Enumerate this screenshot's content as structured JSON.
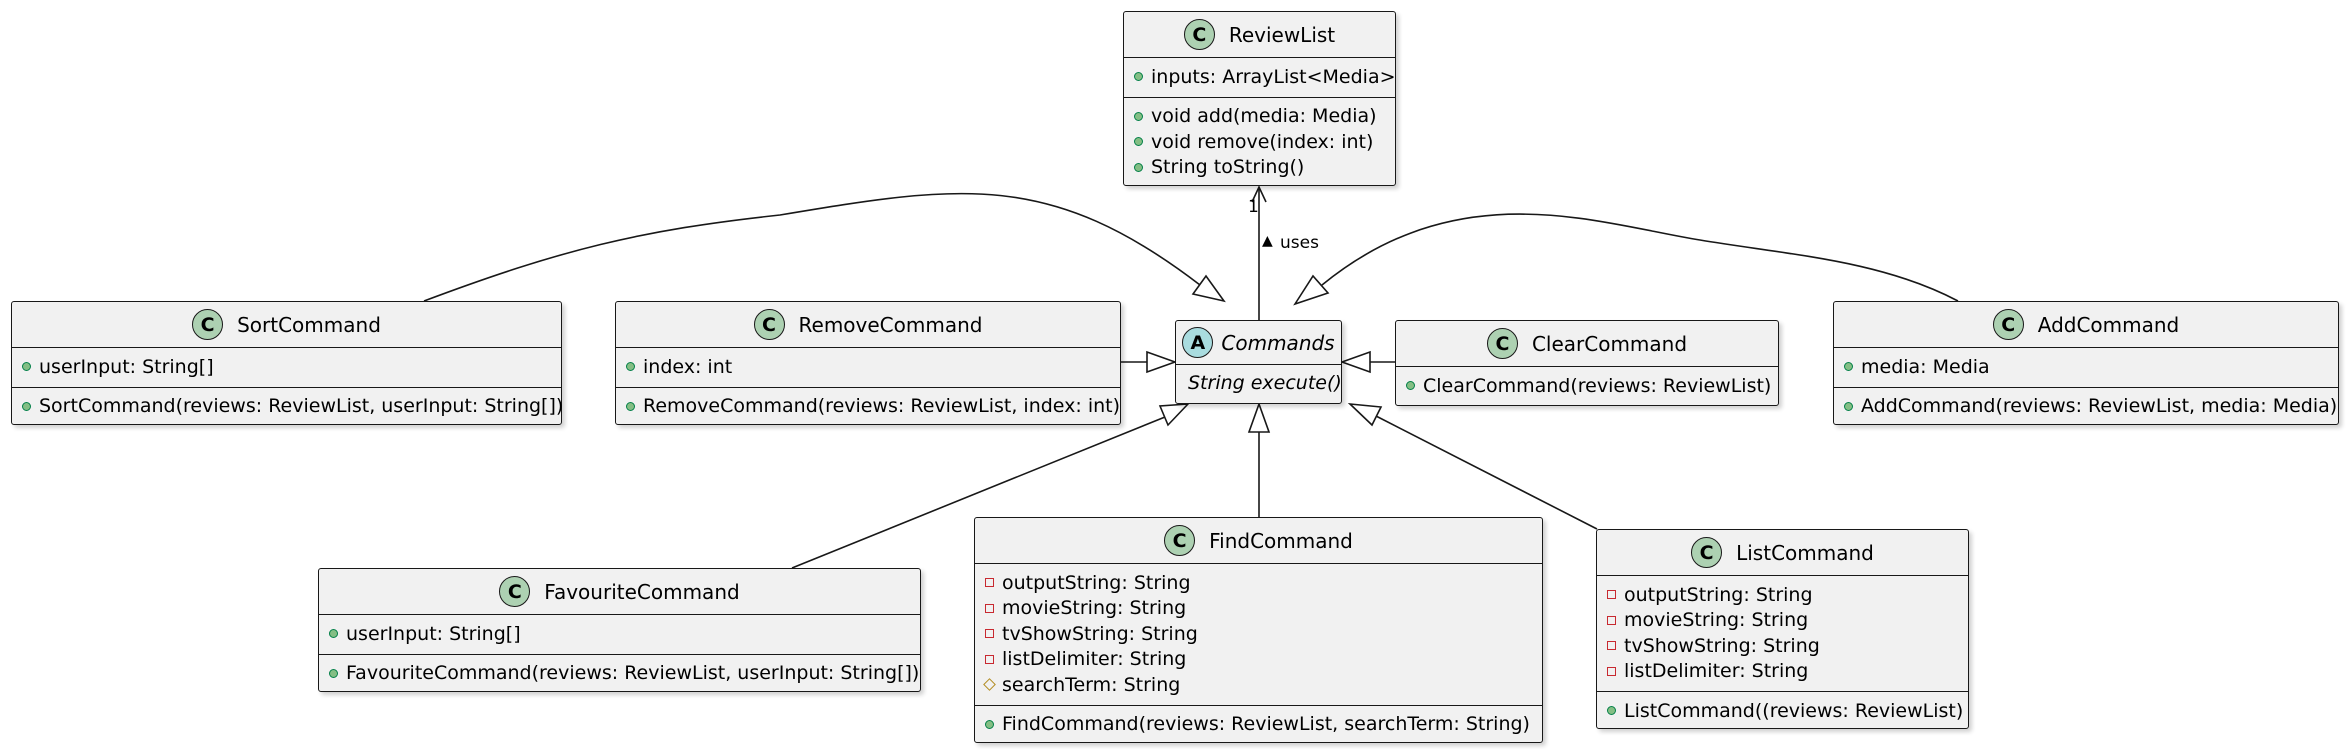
{
  "classes": {
    "review_list": {
      "name": "ReviewList",
      "attributes": [
        {
          "vis": "public",
          "text": "inputs: ArrayList<Media>"
        }
      ],
      "methods": [
        {
          "vis": "public",
          "text": "void add(media: Media)"
        },
        {
          "vis": "public",
          "text": "void remove(index: int)"
        },
        {
          "vis": "public",
          "text": "String toString()"
        }
      ]
    },
    "commands": {
      "name": "Commands",
      "stereotype_letter": "A",
      "methods": [
        {
          "text": "String execute()"
        }
      ]
    },
    "sort_command": {
      "name": "SortCommand",
      "attributes": [
        {
          "vis": "public",
          "text": "userInput: String[]"
        }
      ],
      "methods": [
        {
          "vis": "public",
          "text": "SortCommand(reviews: ReviewList, userInput: String[])"
        }
      ]
    },
    "remove_command": {
      "name": "RemoveCommand",
      "attributes": [
        {
          "vis": "public",
          "text": "index: int"
        }
      ],
      "methods": [
        {
          "vis": "public",
          "text": "RemoveCommand(reviews: ReviewList, index: int)"
        }
      ]
    },
    "clear_command": {
      "name": "ClearCommand",
      "methods": [
        {
          "vis": "public",
          "text": "ClearCommand(reviews: ReviewList)"
        }
      ]
    },
    "add_command": {
      "name": "AddCommand",
      "attributes": [
        {
          "vis": "public",
          "text": "media: Media"
        }
      ],
      "methods": [
        {
          "vis": "public",
          "text": "AddCommand(reviews: ReviewList, media: Media)"
        }
      ]
    },
    "favourite_command": {
      "name": "FavouriteCommand",
      "attributes": [
        {
          "vis": "public",
          "text": "userInput: String[]"
        }
      ],
      "methods": [
        {
          "vis": "public",
          "text": "FavouriteCommand(reviews: ReviewList, userInput: String[])"
        }
      ]
    },
    "find_command": {
      "name": "FindCommand",
      "attributes": [
        {
          "vis": "private",
          "text": "outputString: String"
        },
        {
          "vis": "private",
          "text": "movieString: String"
        },
        {
          "vis": "private",
          "text": "tvShowString: String"
        },
        {
          "vis": "private",
          "text": "listDelimiter: String"
        },
        {
          "vis": "protected",
          "text": "searchTerm: String"
        }
      ],
      "methods": [
        {
          "vis": "public",
          "text": "FindCommand(reviews: ReviewList, searchTerm: String)"
        }
      ]
    },
    "list_command": {
      "name": "ListCommand",
      "attributes": [
        {
          "vis": "private",
          "text": "outputString: String"
        },
        {
          "vis": "private",
          "text": "movieString: String"
        },
        {
          "vis": "private",
          "text": "tvShowString: String"
        },
        {
          "vis": "private",
          "text": "listDelimiter: String"
        }
      ],
      "methods": [
        {
          "vis": "public",
          "text": "ListCommand((reviews: ReviewList)"
        }
      ]
    }
  },
  "relations": {
    "uses_label": "uses",
    "uses_multiplicity": "1",
    "uses_direction_glyph": "▲"
  },
  "colors": {
    "class_icon": "#add1b2",
    "abstract_icon": "#a9dcdf",
    "box_fill": "#f1f1f1",
    "line": "#181818",
    "public": "#84be84",
    "private": "#c82930",
    "protected": "#b38d22"
  }
}
